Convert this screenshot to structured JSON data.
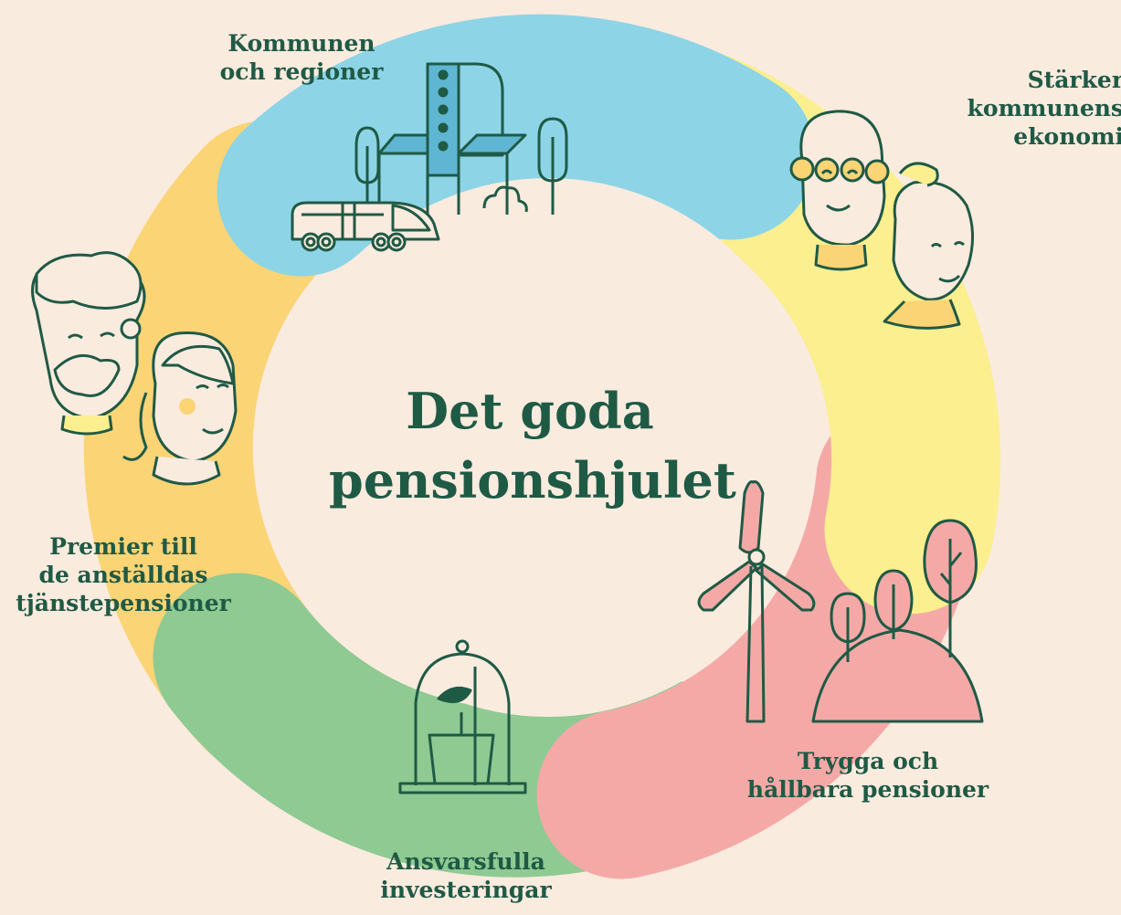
{
  "title": "Det goda\npensionshjulet",
  "segments": [
    {
      "id": "kommuner",
      "label": "Kommunen\noch regioner",
      "color": "#8dd4e6",
      "icon": "city-bus-icon"
    },
    {
      "id": "ekonomi",
      "label": "Stärker\nkommunens\nekonomi",
      "color": "#fbef8f",
      "icon": "elderly-couple-icon"
    },
    {
      "id": "pensioner",
      "label": "Trygga och\nhållbara pensioner",
      "color": "#f5a9a7",
      "icon": "windmill-trees-icon"
    },
    {
      "id": "investeringar",
      "label": "Ansvarsfulla\ninvesteringar",
      "color": "#8fca93",
      "icon": "plant-under-glass-icon"
    },
    {
      "id": "premier",
      "label": "Premier till\nde anställdas\ntjänstepensioner",
      "color": "#fbd476",
      "icon": "employees-icon"
    }
  ],
  "colors": {
    "background": "#faebdf",
    "text": "#1f5a45",
    "line": "#1f5a45",
    "center": "#faebdf"
  }
}
